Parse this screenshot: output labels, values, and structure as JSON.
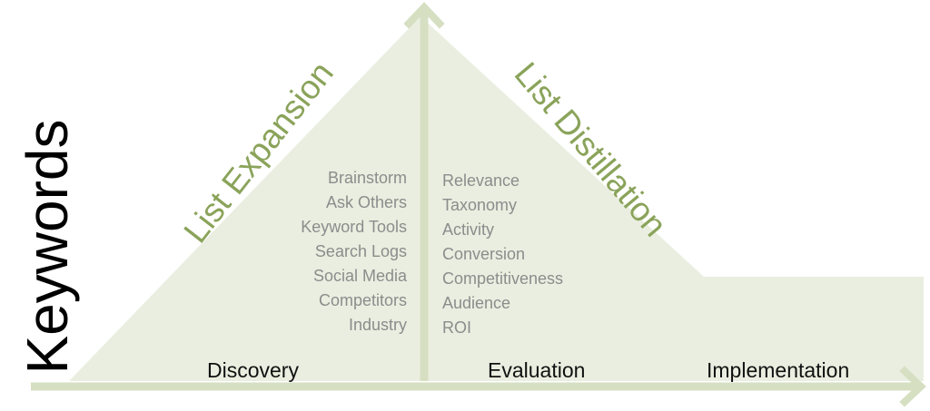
{
  "diagram": {
    "y_axis_label": "Keywords",
    "headings": {
      "expansion": "List Expansion",
      "distillation": "List Distillation"
    },
    "expansion_items": [
      "Brainstorm",
      "Ask Others",
      "Keyword Tools",
      "Search Logs",
      "Social Media",
      "Competitors",
      "Industry"
    ],
    "distillation_items": [
      "Relevance",
      "Taxonomy",
      "Activity",
      "Conversion",
      "Competitiveness",
      "Audience",
      "ROI"
    ],
    "phases": [
      "Discovery",
      "Evaluation",
      "Implementation"
    ],
    "colors": {
      "fill": "#eaeee0",
      "arrow": "#d6dfc2",
      "heading": "#8aa35a",
      "list_text": "#8c8c8c",
      "phase_text": "#111111"
    }
  }
}
